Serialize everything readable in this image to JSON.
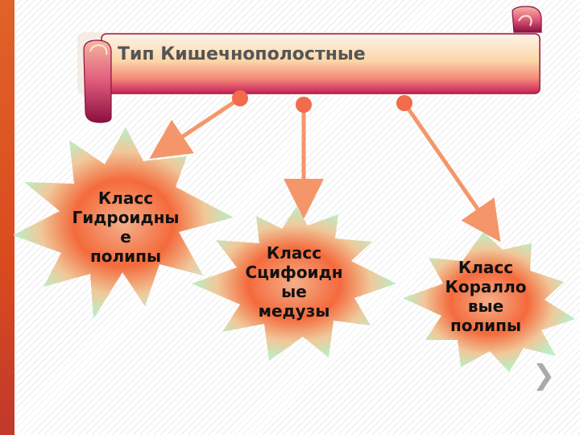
{
  "title": "Тип Кишечнополостные",
  "classes": [
    {
      "lines": [
        "Класс",
        "Гидроидны",
        "е",
        "полипы"
      ]
    },
    {
      "lines": [
        "Класс",
        "Сцифоидн",
        "ые",
        "медузы"
      ]
    },
    {
      "lines": [
        "Класс",
        "Коралло",
        "вые",
        "полипы"
      ]
    }
  ],
  "next_glyph": "❯",
  "colors": {
    "arrow": "#f4966a",
    "burst_center": "#f46a3c",
    "burst_edge": "#b8f0c8",
    "banner_top": "#fbeedd",
    "banner_bottom": "#c8205a"
  }
}
